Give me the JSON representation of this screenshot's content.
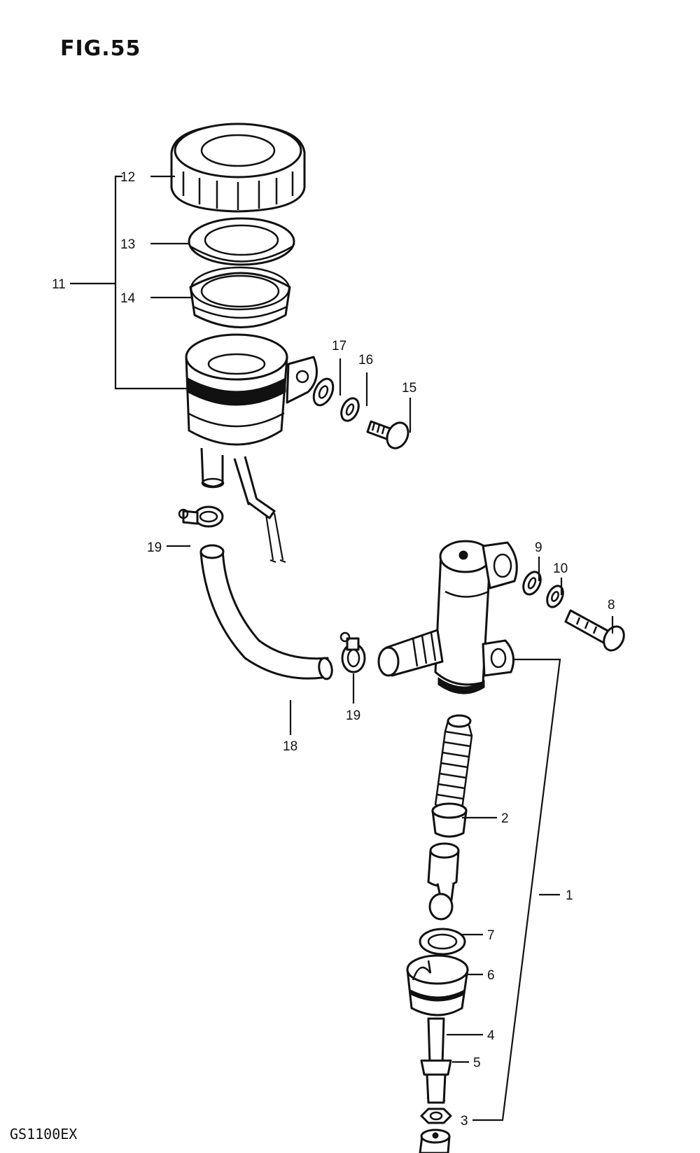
{
  "figure": {
    "title": "FIG.55",
    "model_code": "GS1100EX"
  },
  "callouts": {
    "n1": "1",
    "n2": "2",
    "n3": "3",
    "n4": "4",
    "n5": "5",
    "n6": "6",
    "n7": "7",
    "n8": "8",
    "n9": "9",
    "n10": "10",
    "n11": "11",
    "n12": "12",
    "n13": "13",
    "n14": "14",
    "n15": "15",
    "n16": "16",
    "n17": "17",
    "n18": "18",
    "n19a": "19",
    "n19b": "19"
  }
}
